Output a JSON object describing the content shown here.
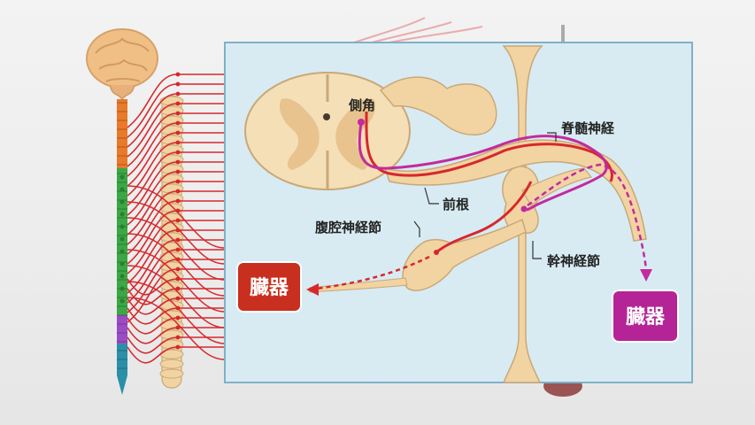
{
  "labels": {
    "lateral_horn": "側角",
    "spinal_nerve": "脊髄神経",
    "ventral_root": "前根",
    "celiac_ganglion": "腹腔神経節",
    "sympathetic_trunk_ganglion": "幹神経節",
    "organ_left": "臓器",
    "organ_right": "臓器"
  },
  "colors": {
    "panel_bg": "#d8ebf3",
    "panel_border": "#7fb1c8",
    "tissue": "#f2d3a2",
    "tissue_edge": "#c9a878",
    "preganglionic": "#d6282c",
    "postganglionic_magenta": "#c22b9e",
    "organ_left_bg": "#c82f1e",
    "organ_right_bg": "#b52496",
    "spine_orange": "#e87a2a",
    "spine_green": "#3aa845",
    "spine_purple": "#9b4cc4",
    "spine_teal": "#2b8fa8"
  },
  "icons": [
    "brain-icon",
    "spinal-cord-icon",
    "sympathetic-chain-icon"
  ]
}
